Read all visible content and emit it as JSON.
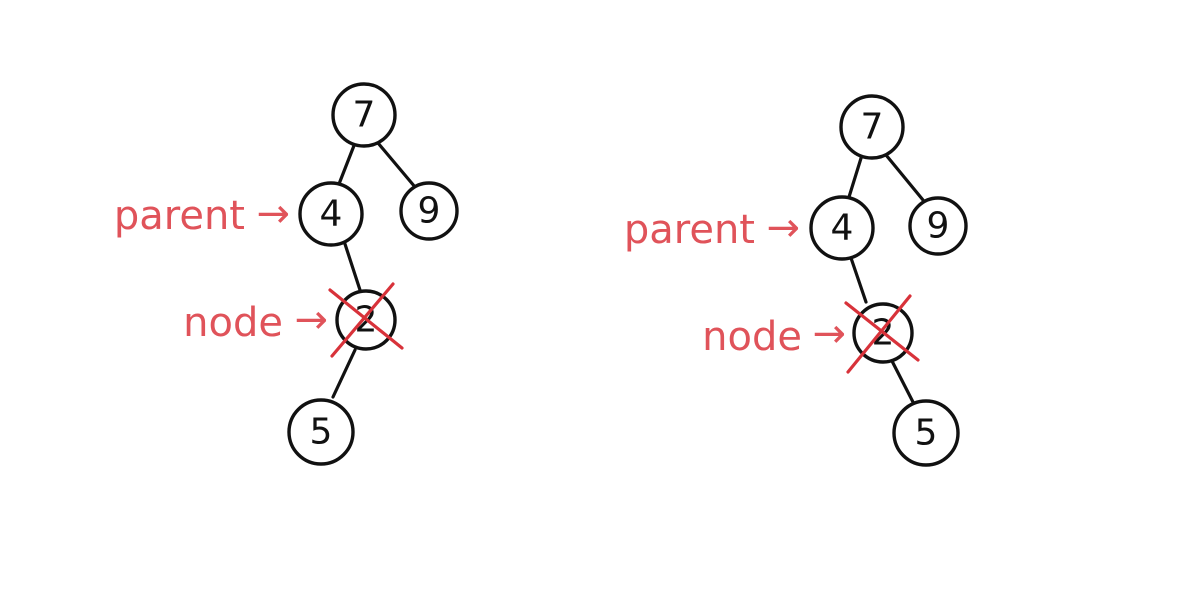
{
  "colors": {
    "ink": "#111111",
    "annotation": "#e0535a",
    "cross": "#d8323a",
    "background": "#ffffff"
  },
  "diagrams": [
    {
      "nodes": {
        "n7": "7",
        "n4": "4",
        "n9": "9",
        "n2": "2",
        "n5": "5"
      },
      "labels": {
        "parent": "parent",
        "node": "node"
      },
      "arrow": "→",
      "removed": "n2"
    },
    {
      "nodes": {
        "n7": "7",
        "n4": "4",
        "n9": "9",
        "n2": "2",
        "n5": "5"
      },
      "labels": {
        "parent": "parent",
        "node": "node"
      },
      "arrow": "→",
      "removed": "n2"
    }
  ]
}
